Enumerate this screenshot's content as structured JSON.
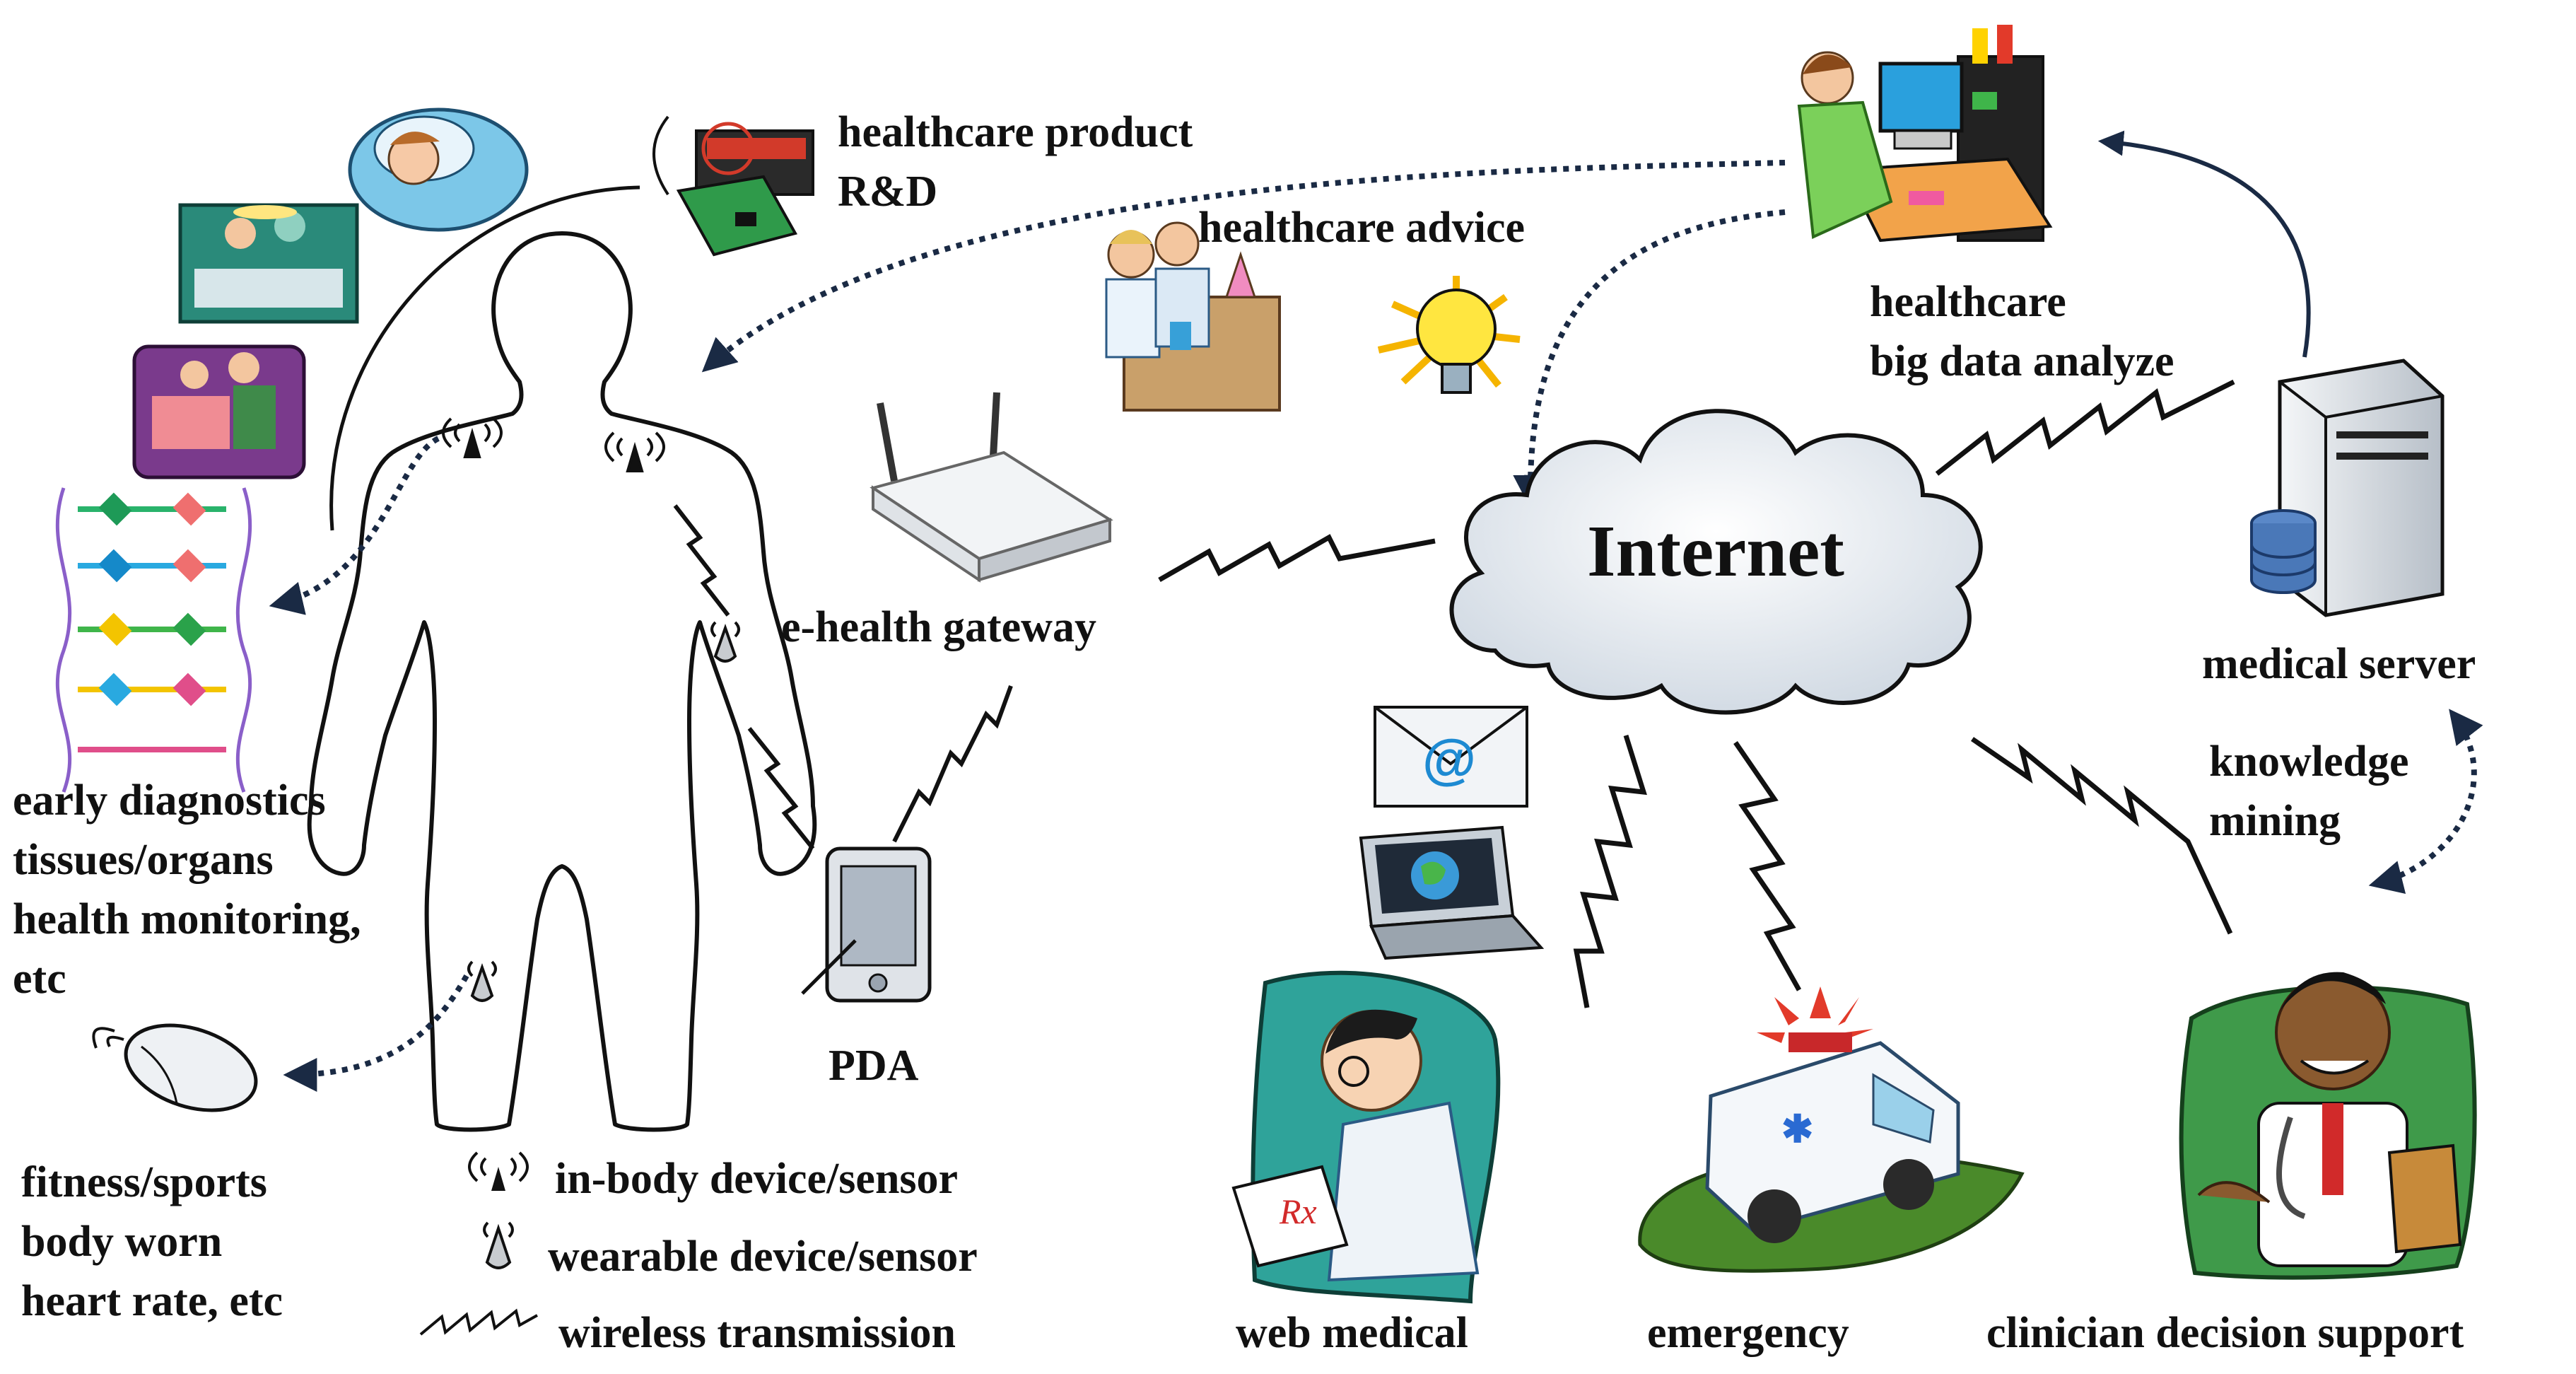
{
  "labels": {
    "healthcare_product": [
      "healthcare product",
      "R&D"
    ],
    "healthcare_advice": "healthcare advice",
    "big_data": [
      "healthcare",
      "big data analyze"
    ],
    "internet": "Internet",
    "medical_server": "medical server",
    "knowledge_mining": [
      "knowledge",
      "mining"
    ],
    "egateway": "e-health gateway",
    "pda": "PDA",
    "early_diag": [
      "early diagnostics",
      "tissues/organs",
      "health monitoring,",
      "etc"
    ],
    "fitness": [
      "fitness/sports",
      "body worn",
      "heart rate, etc"
    ],
    "legend": {
      "inbody": "in-body device/sensor",
      "wearable": "wearable device/sensor",
      "wireless": "wireless transmission"
    },
    "web_medical": "web medical",
    "emergency": "emergency",
    "clinician": "clinician decision support"
  },
  "icons": {
    "email": "@",
    "prescription": "Rx"
  },
  "colors": {
    "line": "#111111",
    "dotted_arrow": "#1a2a44",
    "cloud_fill": "#e9eef3",
    "monitor_screen": "#2aa0dd",
    "clip_green": "#3f9a4a"
  }
}
